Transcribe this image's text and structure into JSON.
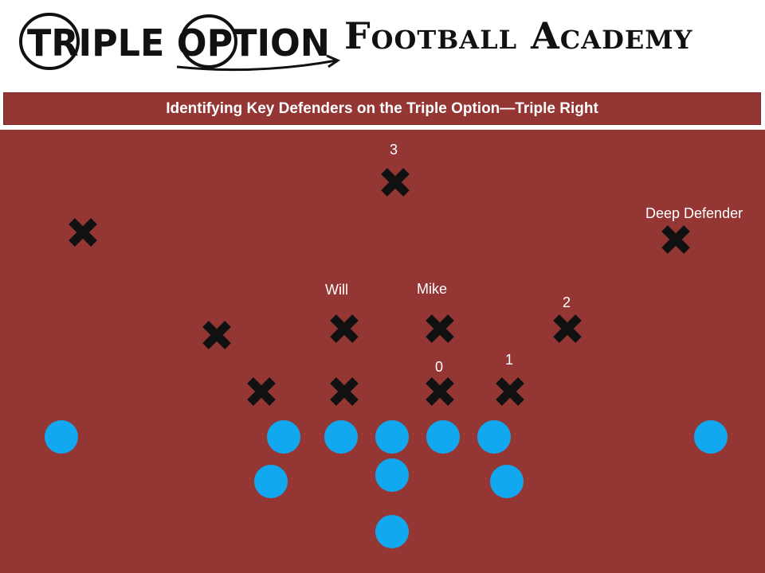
{
  "logo": {
    "left_text": "TRIPLE OPTION",
    "right_text": "Football Academy"
  },
  "title": "Identifying Key Defenders on the Triple Option—Triple Right",
  "labels": {
    "three": "3",
    "deep_defender": "Deep Defender",
    "will": "Will",
    "mike": "Mike",
    "two": "2",
    "one": "1",
    "zero": "0"
  },
  "colors": {
    "field": "#943634",
    "offense": "#12A8F0",
    "defense": "#111111",
    "label": "#ffffff"
  },
  "icons": {
    "defender": "x-mark-icon",
    "offensive_player": "circle-icon"
  }
}
